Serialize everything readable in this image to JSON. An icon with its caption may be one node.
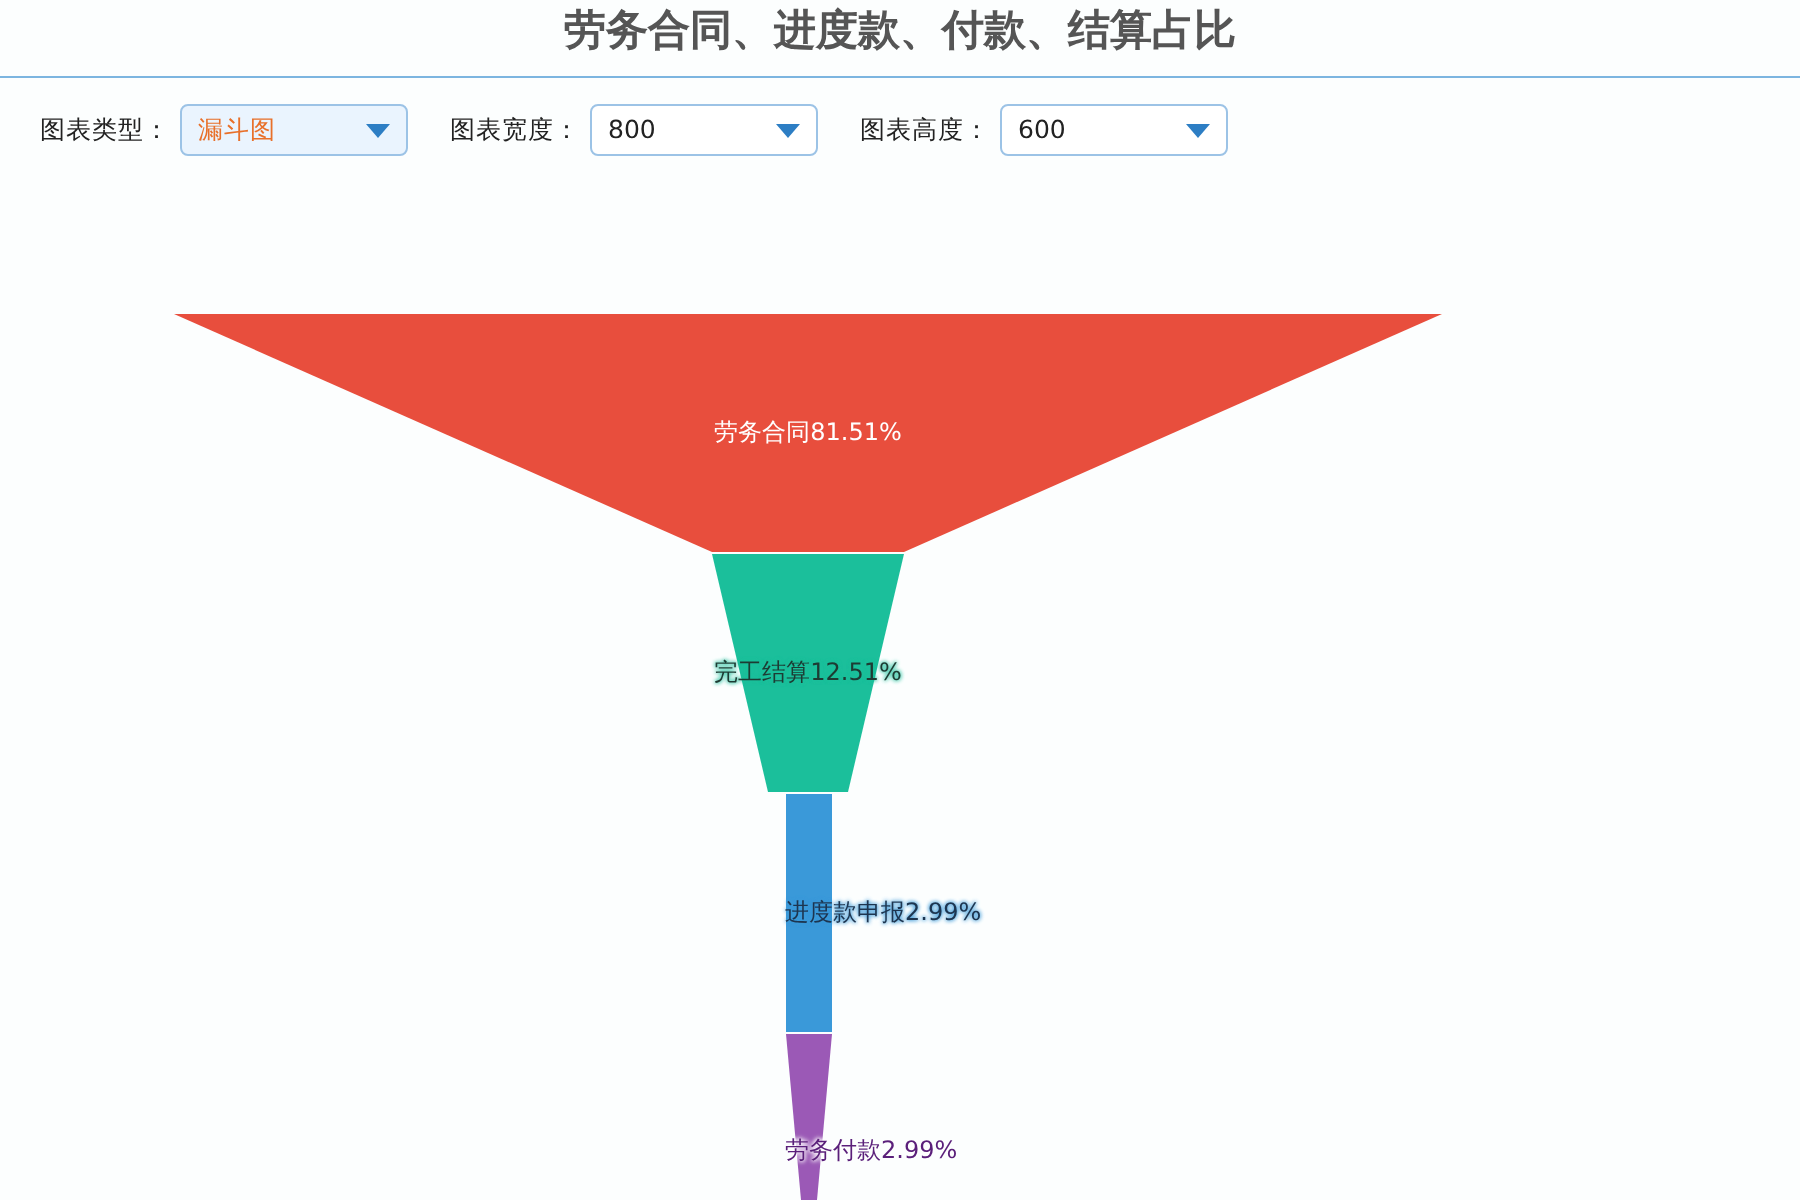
{
  "diagram": {
    "title": "劳务合同、进度款、付款、结算占比",
    "nodes": [
      {
        "text": [
          "漏斗图"
        ]
      },
      {
        "text": [
          "800"
        ]
      },
      {
        "text": [
          "600"
        ]
      },
      {
        "text": [
          "劳务合同81.51%"
        ]
      },
      {
        "text": [
          "完工结算12.51%"
        ]
      },
      {
        "text": [
          "进度款申报2.99%"
        ]
      },
      {
        "text": [
          "劳务付款2.99%"
        ]
      }
    ],
    "labels": [
      "图表类型：",
      "图表宽度：",
      "图表高度："
    ]
  }
}
